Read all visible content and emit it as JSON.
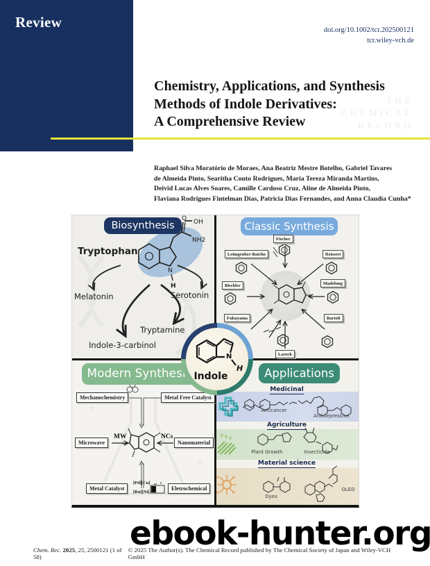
{
  "header": {
    "category": "Review",
    "doi_line1": "doi.org/10.1002/tcr.202500121",
    "doi_line2": "tcr.wiley-vch.de",
    "logo": {
      "line1": "THE",
      "line2": "CHEMICAL",
      "line3": "RECORD"
    },
    "banner_color": "#17305f",
    "rule_color": "#e6e23b"
  },
  "article": {
    "title_line1": "Chemistry, Applications, and Synthesis",
    "title_line2": "Methods of Indole Derivatives:",
    "title_line3": "A Comprehensive Review",
    "authors_line1": "Raphael Silva Moratório de Moraes, Ana Beatriz Mestre Botelho, Gabriel Tavares",
    "authors_line2": "de Almeida Pinto, Searitha Couto Rodrigues, Maria Tereza Miranda Martins,",
    "authors_line3": "Deivid Lucas Alves Soares, Camille Cardoso Cruz, Aline de Almeida Pinto,",
    "authors_line4": "Flaviana Rodrigues Fintelman Dias, Patricia Dias Fernandes, and Anna Claudia Cunha*"
  },
  "graphic": {
    "biosynthesis": {
      "header": "Biosynthesis",
      "header_color": "#1d3562",
      "compound": "Tryptophan",
      "products": [
        "Melatonin",
        "Serotonin",
        "Tryptamine",
        "Indole-3-carbinol"
      ]
    },
    "classic": {
      "header": "Classic Synthesis",
      "header_color": "#79aadd",
      "methods": [
        "Fischer",
        "Leimgruber-Batcho",
        "Reissert",
        "Bischler",
        "Madelung",
        "Fukuyama",
        "Bartoli",
        "Larock"
      ]
    },
    "modern": {
      "header": "Modern Synthesis",
      "header_color": "#85ba8e",
      "methods": [
        "Mechanochemistry",
        "Metal Free Catalyst",
        "Microwave",
        "Nanomaterial",
        "Metal Catalyst",
        "Eletrochemical"
      ],
      "annotations": {
        "mw": "MW",
        "ncs": "NCs",
        "pdcu": "[Pd][Cu]",
        "runi": "[Ru][Ni]"
      }
    },
    "applications": {
      "header": "Applications",
      "header_color": "#3c8b77",
      "sections": [
        {
          "heading": "Medicinal",
          "items": [
            "Anticancer",
            "Antidepressive"
          ]
        },
        {
          "heading": "Agriculture",
          "items": [
            "Plant Growth",
            "Insecticide"
          ]
        },
        {
          "heading": "Material science",
          "items": [
            "Dyes",
            "OLED"
          ]
        }
      ]
    },
    "center": {
      "label": "Indole"
    },
    "chem_annotations": {
      "o": "O",
      "oh": "OH",
      "nh2": "NH2",
      "n": "N",
      "h": "H"
    }
  },
  "watermark": {
    "text": "ebook-hunter.org"
  },
  "footer": {
    "citation_journal": "Chem. Rec.",
    "citation_year": "2025",
    "citation_volume": "25",
    "citation_rest": ", 2500121 (1 of 58)",
    "copyright": "© 2025 The Author(s). The Chemical Record published by The Chemical Society of Japan and Wiley-VCH GmbH"
  }
}
